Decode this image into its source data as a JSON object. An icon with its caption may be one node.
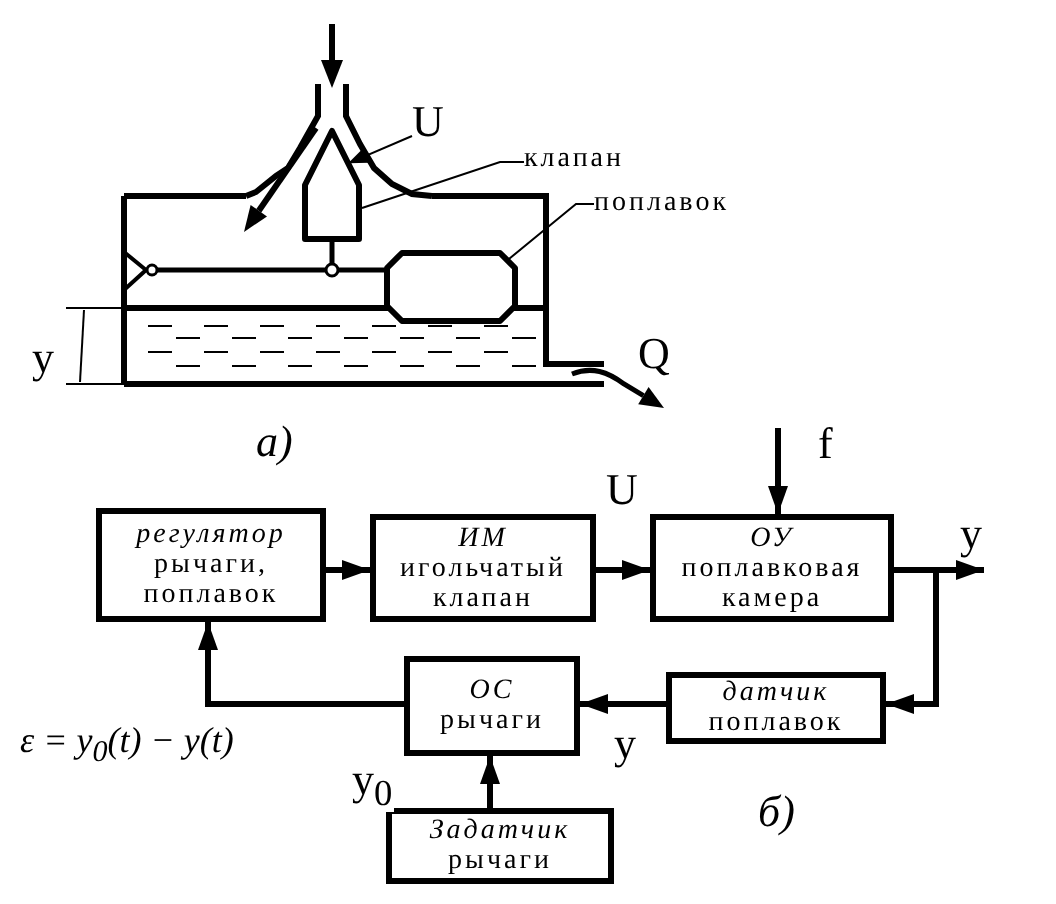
{
  "diagram": {
    "nodes": [
      {
        "text": [
          "U"
        ]
      },
      {
        "text": [
          "клапан"
        ]
      },
      {
        "text": [
          "поплавок"
        ]
      },
      {
        "text": [],
        "shape": "pentagon"
      },
      {
        "text": [],
        "shape": "octagon"
      },
      {
        "text": [
          "регулятор",
          "рычаги, поплавок"
        ]
      },
      {
        "text": [
          "ИМ",
          "игольчатый клапан"
        ]
      },
      {
        "text": [
          "ОУ",
          "поплавковая камера"
        ]
      },
      {
        "text": [
          "ОС",
          "рычаги"
        ]
      },
      {
        "text": [
          "датчик",
          "поплавок"
        ]
      },
      {
        "text": [
          "Задатчик",
          "рычаги"
        ]
      }
    ],
    "edges": [
      {
        "from": 0,
        "to": 3,
        "arrow": "to"
      },
      {
        "from": 1,
        "to": 3,
        "arrow": "none"
      },
      {
        "from": 2,
        "to": 4,
        "arrow": "none"
      },
      {
        "from": 5,
        "to": 6,
        "arrow": "to"
      },
      {
        "from": 6,
        "to": 7,
        "arrow": "to",
        "label": "U"
      },
      {
        "from": null,
        "to": 7,
        "arrow": "to",
        "label": "f"
      },
      {
        "from": 7,
        "to": null,
        "arrow": "to",
        "label": "y"
      },
      {
        "from": 7,
        "to": 9,
        "arrow": "to"
      },
      {
        "from": 9,
        "to": 8,
        "arrow": "to",
        "label": "y"
      },
      {
        "from": 10,
        "to": 8,
        "arrow": "to",
        "label": "y$_{0}$"
      },
      {
        "from": 8,
        "to": 5,
        "arrow": "to"
      }
    ],
    "labels": [
      "y",
      "Q",
      "а)",
      "ε = y$_{0}$(t) − y(t)",
      "б)"
    ]
  }
}
